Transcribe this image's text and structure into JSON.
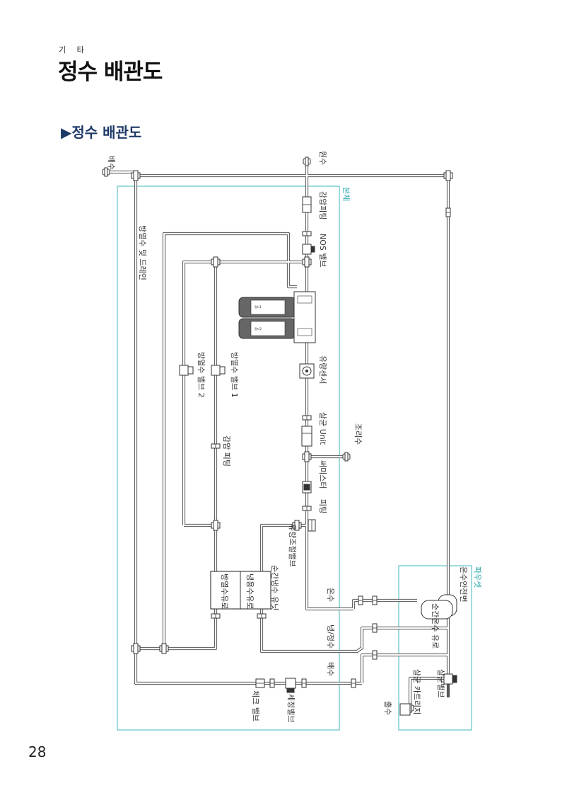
{
  "header": {
    "section_label": "기 타",
    "page_title": "정수 배관도",
    "sub_title": "▶정수 배관도"
  },
  "diagram": {
    "labels": {
      "drain_top": "배수",
      "raw_water": "원수",
      "main_unit": "본체",
      "pressure_fitting": "감압피팅",
      "nos_valve": "NOS 밸브",
      "heat_drain": "방열수 및 드레인",
      "heat_valve_1": "방열수 밸브 1",
      "heat_valve_2": "방열수 밸브 2",
      "flow_sensor": "유량센서",
      "sterilizer": "살균 Unit",
      "cooking_water": "조리수",
      "pressure_fitting_2": "감압 피팅",
      "thermistor": "써미스터",
      "fitting": "피팅",
      "flow_control_valve": "유량조절밸브",
      "instant_hot_unit": "순간냉수 유닛",
      "heat_water_path": "방열수유로",
      "cold_water_path": "냉용수유로",
      "hot_water": "온수",
      "cold_purified": "냉/정수",
      "drain_mid": "배수",
      "check_valve": "체크 밸브",
      "clean_valve": "세정밸브",
      "faucet_box": "파우셋",
      "hot_safety_valve": "온수안전변",
      "instant_hot_flow": "순간온수 유로",
      "sterilize_valve": "살균밸브",
      "sterilize_cartridge": "살균 카트리지",
      "outlet": "출수",
      "filter_1_text": "필터1",
      "filter_2_text": "필터2"
    }
  },
  "page_number": "28"
}
